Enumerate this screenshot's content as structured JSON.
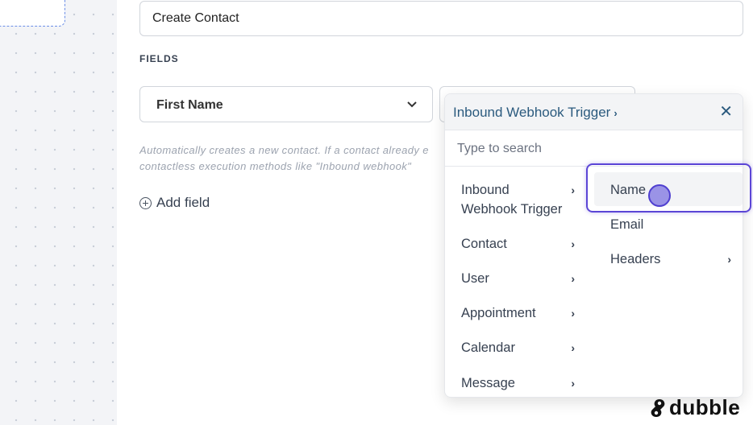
{
  "action": {
    "title_value": "Create Contact"
  },
  "fields": {
    "section_label": "FIELDS",
    "field_select_value": "First Name",
    "help_text_line1": "Automatically creates a new contact. If a contact already e",
    "help_text_line2": "contactless execution methods like \"Inbound webhook\"",
    "add_field_label": "Add field"
  },
  "dropdown": {
    "breadcrumb": "Inbound Webhook Trigger",
    "search_placeholder": "Type to search",
    "left_items": [
      {
        "label_line1": "Inbound",
        "label_line2": "Webhook Trigger"
      },
      {
        "label": "Contact"
      },
      {
        "label": "User"
      },
      {
        "label": "Appointment"
      },
      {
        "label": "Calendar"
      },
      {
        "label": "Message"
      }
    ],
    "right_items": [
      {
        "label": "Name"
      },
      {
        "label": "Email"
      },
      {
        "label": "Headers"
      }
    ]
  },
  "icons": {
    "chevron_right": "›",
    "chevron_down": "⌄",
    "close": "✕"
  },
  "colors": {
    "accent_ring": "#5b45d6",
    "breadcrumb": "#2b5a7e"
  },
  "watermark": {
    "text": "dubble"
  }
}
